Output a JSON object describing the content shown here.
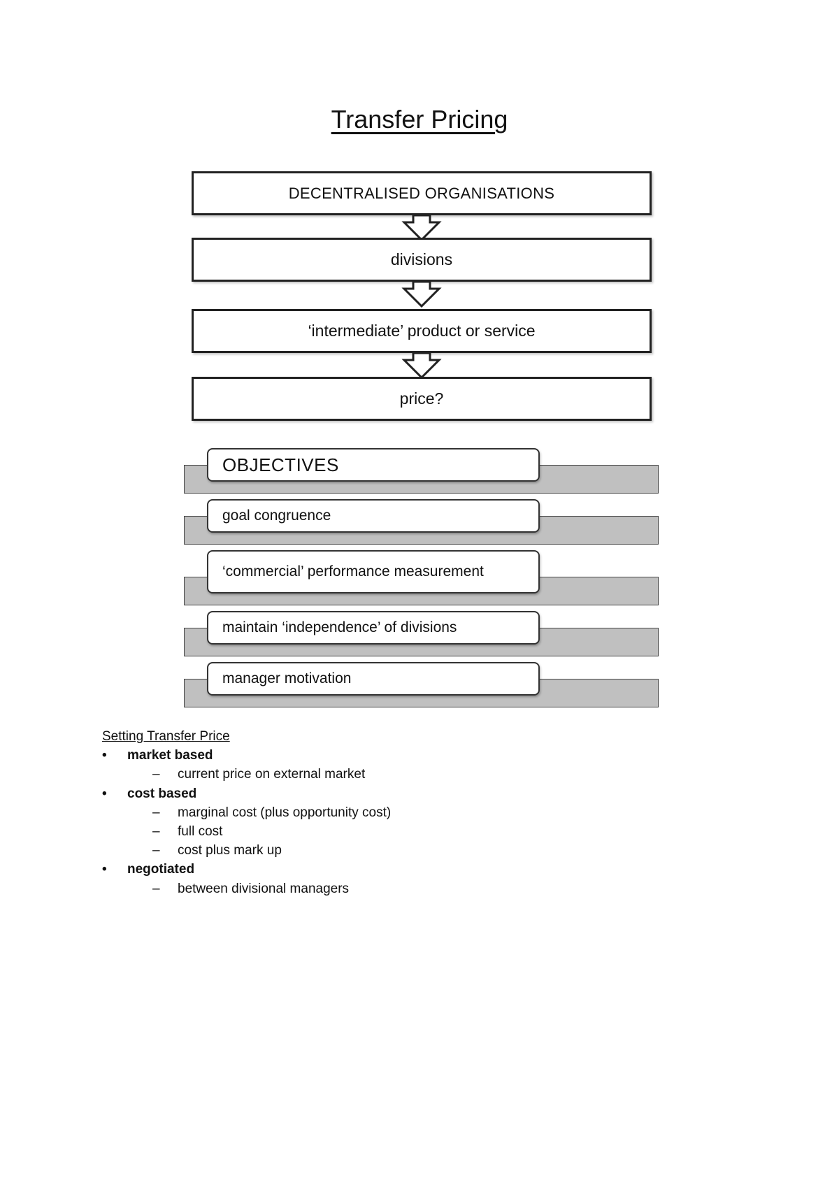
{
  "title": "Transfer Pricing",
  "flow": {
    "boxes": [
      "DECENTRALISED ORGANISATIONS",
      "divisions",
      "‘intermediate’ product or service",
      "price?"
    ]
  },
  "objectives": {
    "header": "OBJECTIVES",
    "items": [
      "goal congruence",
      "‘commercial’ performance measurement",
      "maintain ‘independence’ of divisions",
      "manager motivation"
    ]
  },
  "setting": {
    "heading": "Setting Transfer Price",
    "groups": [
      {
        "label": "market based",
        "items": [
          "current price on external market"
        ]
      },
      {
        "label": "cost based",
        "items": [
          "marginal cost (plus opportunity cost)",
          "full cost",
          "cost plus mark up"
        ]
      },
      {
        "label": "negotiated",
        "items": [
          "between divisional managers"
        ]
      }
    ]
  }
}
